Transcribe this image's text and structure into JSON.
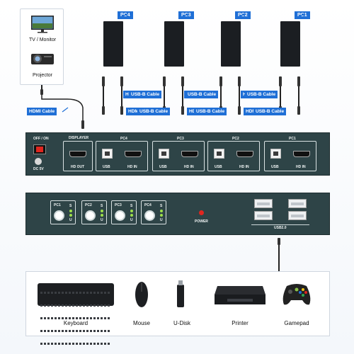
{
  "display": {
    "tv_label": "TV / Monitor",
    "projector_label": "Projector"
  },
  "computers": [
    {
      "label": "PC4"
    },
    {
      "label": "PC3"
    },
    {
      "label": "PC2"
    },
    {
      "label": "PC1"
    }
  ],
  "cables": {
    "usb_b": "USB-B Cable",
    "hdmi": "HDMI Cable",
    "display_hdmi": "HDMI Cable"
  },
  "panel_back": {
    "power_switch": "OFF / ON",
    "dc": "DC 5V",
    "displayer": "DISPLAYER",
    "hd_out": "HD OUT",
    "usb": "USB",
    "hd_in": "HD IN",
    "ports": [
      "PC4",
      "PC3",
      "PC2",
      "PC1"
    ]
  },
  "panel_front": {
    "buttons": [
      "PC1",
      "PC2",
      "PC3",
      "PC4"
    ],
    "led_s": "S",
    "led_u": "U",
    "power": "POWER",
    "usb2": "USB2.0",
    "power_led_color": "#e0261f",
    "led_color": "#9de04a"
  },
  "devices": [
    {
      "label": "Keyboard"
    },
    {
      "label": "Mouse"
    },
    {
      "label": "U-Disk"
    },
    {
      "label": "Printer"
    },
    {
      "label": "Gamepad"
    }
  ],
  "colors": {
    "accent": "#1f6fd6",
    "panel": "#2e4447"
  }
}
